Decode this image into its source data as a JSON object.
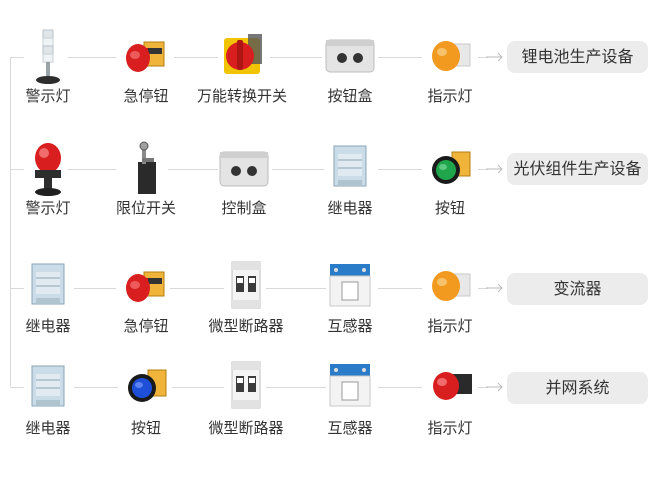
{
  "rows": [
    {
      "items": [
        {
          "label": "警示灯",
          "icon": "stack-light-icon"
        },
        {
          "label": "急停钮",
          "icon": "emergency-stop-icon"
        },
        {
          "label": "万能转换开关",
          "icon": "rotary-switch-icon"
        },
        {
          "label": "按钮盒",
          "icon": "button-box-icon"
        },
        {
          "label": "指示灯",
          "icon": "indicator-light-icon"
        }
      ],
      "target": "锂电池生产设备"
    },
    {
      "items": [
        {
          "label": "警示灯",
          "icon": "warning-beacon-icon"
        },
        {
          "label": "限位开关",
          "icon": "limit-switch-icon"
        },
        {
          "label": "控制盒",
          "icon": "control-box-icon"
        },
        {
          "label": "继电器",
          "icon": "relay-icon"
        },
        {
          "label": "按钮",
          "icon": "push-button-icon"
        }
      ],
      "target": "光伏组件生产设备"
    },
    {
      "items": [
        {
          "label": "继电器",
          "icon": "relay-icon"
        },
        {
          "label": "急停钮",
          "icon": "emergency-stop-icon"
        },
        {
          "label": "微型断路器",
          "icon": "circuit-breaker-icon"
        },
        {
          "label": "互感器",
          "icon": "current-transformer-icon"
        },
        {
          "label": "指示灯",
          "icon": "indicator-light-icon"
        }
      ],
      "target": "变流器"
    },
    {
      "items": [
        {
          "label": "继电器",
          "icon": "relay-icon"
        },
        {
          "label": "按钮",
          "icon": "push-button-icon"
        },
        {
          "label": "微型断路器",
          "icon": "circuit-breaker-icon"
        },
        {
          "label": "互感器",
          "icon": "current-transformer-icon"
        },
        {
          "label": "指示灯",
          "icon": "indicator-light-icon"
        }
      ],
      "target": "并网系统"
    }
  ],
  "colors": {
    "line": "#d9d9d9",
    "pill_bg": "#ececec",
    "text": "#333333",
    "red": "#d81e1e",
    "orange": "#f29a1f",
    "green": "#1fa64b",
    "blue": "#1e4fd8",
    "yellow": "#f2c300"
  }
}
